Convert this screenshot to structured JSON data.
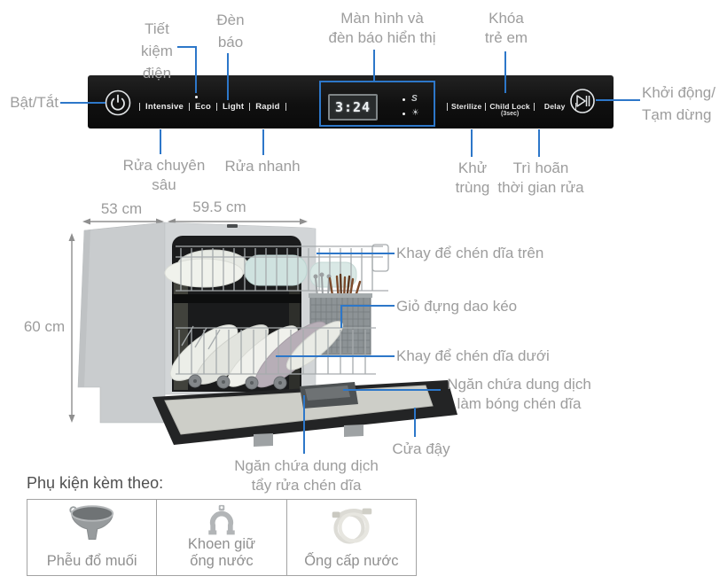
{
  "panel": {
    "programs_left": [
      "Intensive",
      "Eco",
      "Light",
      "Rapid"
    ],
    "programs_right": [
      "Sterilize",
      "Child Lock",
      "Delay"
    ],
    "child_lock_sub": "(3sec)",
    "display_time": "3:24",
    "indicator_s": "S",
    "indicator_sun": "☀"
  },
  "annotations": {
    "power": "Bật/Tắt",
    "eco_saving": [
      "Tiết",
      "kiệm",
      "điện"
    ],
    "indicator_light": [
      "Đèn",
      "báo"
    ],
    "display": [
      "Màn hình và",
      "đèn báo hiển thị"
    ],
    "child_lock": [
      "Khóa",
      "trẻ em"
    ],
    "start_pause": [
      "Khởi động/",
      "Tạm dừng"
    ],
    "intensive": [
      "Rửa chuyên",
      "sâu"
    ],
    "rapid": "Rửa nhanh",
    "sterilize": [
      "Khử",
      "trùng"
    ],
    "delay": [
      "Trì hoãn",
      "thời gian rửa"
    ]
  },
  "dimensions": {
    "depth": "53 cm",
    "width": "59.5 cm",
    "height": "60 cm"
  },
  "machine_labels": {
    "upper_rack": "Khay để chén dĩa trên",
    "cutlery_basket": "Giỏ đựng dao kéo",
    "lower_rack": "Khay để chén dĩa dưới",
    "rinse_aid": [
      "Ngăn chứa dung dịch",
      "làm bóng chén dĩa"
    ],
    "door": "Cửa đậy",
    "detergent": [
      "Ngăn chứa dung dịch",
      "tẩy rửa chén dĩa"
    ]
  },
  "accessories": {
    "title": "Phụ kiện kèm theo:",
    "items": [
      {
        "label": [
          "Phễu đổ muối"
        ],
        "icon": "salt-funnel-icon"
      },
      {
        "label": [
          "Khoen giữ",
          "ống nước"
        ],
        "icon": "hose-clamp-icon"
      },
      {
        "label": [
          "Ống cấp nước"
        ],
        "icon": "water-supply-hose-icon"
      }
    ]
  },
  "colors": {
    "accent_blue": "#2d77c9",
    "label_gray": "#9d9d9d",
    "panel_black": "#151515"
  }
}
